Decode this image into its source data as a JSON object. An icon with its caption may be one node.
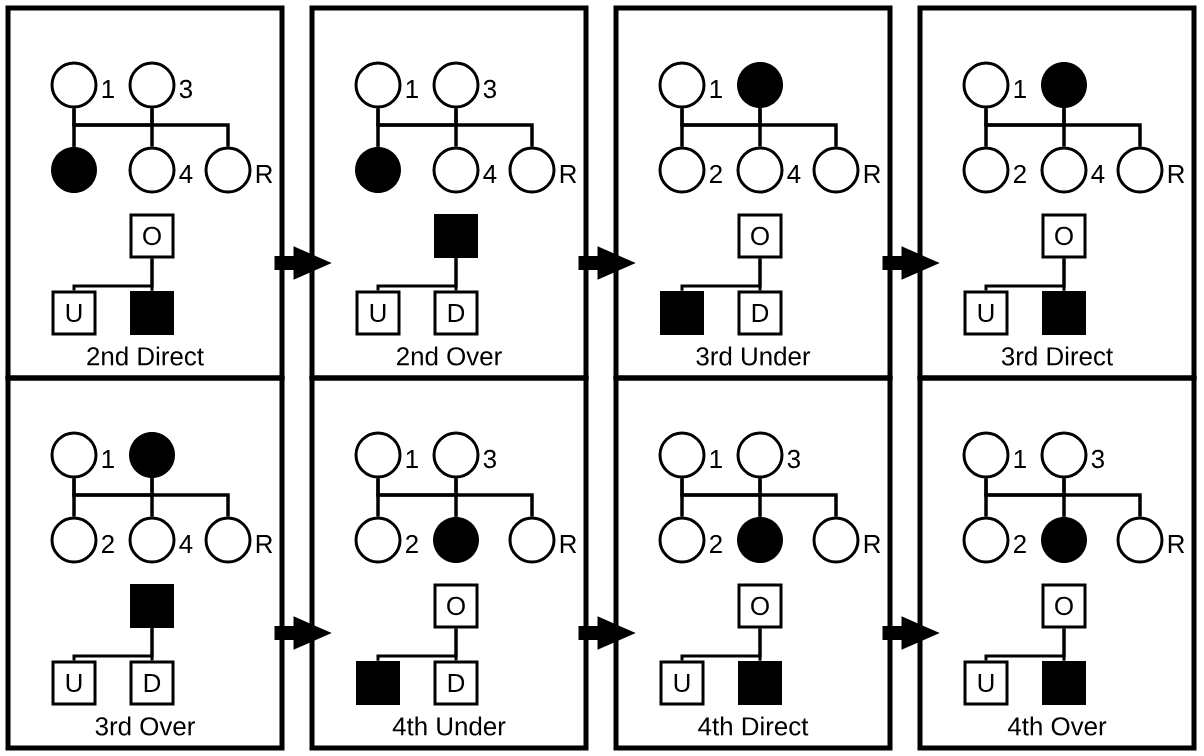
{
  "diagram": {
    "nodes": [
      {
        "text": [
          "2nd Direct"
        ]
      },
      {
        "text": [],
        "shape": "circle",
        "beside": [
          "1"
        ],
        "in": 0
      },
      {
        "text": [],
        "shape": "circle",
        "beside": [
          "3"
        ],
        "in": 0
      },
      {
        "text": [],
        "shape": "disc",
        "in": 0
      },
      {
        "text": [],
        "shape": "circle",
        "beside": [
          "4"
        ],
        "in": 0
      },
      {
        "text": [],
        "shape": "circle",
        "beside": [
          "R"
        ],
        "in": 0
      },
      {
        "text": [
          "O"
        ],
        "in": 0
      },
      {
        "text": [
          "U"
        ],
        "in": 0
      },
      {
        "text": [],
        "shape": "block",
        "in": 0
      },
      {
        "text": [
          "2nd Over"
        ]
      },
      {
        "text": [],
        "shape": "circle",
        "beside": [
          "1"
        ],
        "in": 9
      },
      {
        "text": [],
        "shape": "circle",
        "beside": [
          "3"
        ],
        "in": 9
      },
      {
        "text": [],
        "shape": "disc",
        "in": 9
      },
      {
        "text": [],
        "shape": "circle",
        "beside": [
          "4"
        ],
        "in": 9
      },
      {
        "text": [],
        "shape": "circle",
        "beside": [
          "R"
        ],
        "in": 9
      },
      {
        "text": [],
        "shape": "block",
        "in": 9
      },
      {
        "text": [
          "U"
        ],
        "in": 9
      },
      {
        "text": [
          "D"
        ],
        "in": 9
      },
      {
        "text": [
          "3rd Under"
        ]
      },
      {
        "text": [],
        "shape": "circle",
        "beside": [
          "1"
        ],
        "in": 18
      },
      {
        "text": [],
        "shape": "disc",
        "in": 18
      },
      {
        "text": [],
        "shape": "circle",
        "beside": [
          "2"
        ],
        "in": 18
      },
      {
        "text": [],
        "shape": "circle",
        "beside": [
          "4"
        ],
        "in": 18
      },
      {
        "text": [],
        "shape": "circle",
        "beside": [
          "R"
        ],
        "in": 18
      },
      {
        "text": [
          "O"
        ],
        "in": 18
      },
      {
        "text": [],
        "shape": "block",
        "in": 18
      },
      {
        "text": [
          "D"
        ],
        "in": 18
      },
      {
        "text": [
          "3rd Direct"
        ]
      },
      {
        "text": [],
        "shape": "circle",
        "beside": [
          "1"
        ],
        "in": 27
      },
      {
        "text": [],
        "shape": "disc",
        "in": 27
      },
      {
        "text": [],
        "shape": "circle",
        "beside": [
          "2"
        ],
        "in": 27
      },
      {
        "text": [],
        "shape": "circle",
        "beside": [
          "4"
        ],
        "in": 27
      },
      {
        "text": [],
        "shape": "circle",
        "beside": [
          "R"
        ],
        "in": 27
      },
      {
        "text": [
          "O"
        ],
        "in": 27
      },
      {
        "text": [
          "U"
        ],
        "in": 27
      },
      {
        "text": [],
        "shape": "block",
        "in": 27
      },
      {
        "text": [
          "3rd Over"
        ]
      },
      {
        "text": [],
        "shape": "circle",
        "beside": [
          "1"
        ],
        "in": 36
      },
      {
        "text": [],
        "shape": "disc",
        "in": 36
      },
      {
        "text": [],
        "shape": "circle",
        "beside": [
          "2"
        ],
        "in": 36
      },
      {
        "text": [],
        "shape": "circle",
        "beside": [
          "4"
        ],
        "in": 36
      },
      {
        "text": [],
        "shape": "circle",
        "beside": [
          "R"
        ],
        "in": 36
      },
      {
        "text": [],
        "shape": "block",
        "in": 36
      },
      {
        "text": [
          "U"
        ],
        "in": 36
      },
      {
        "text": [
          "D"
        ],
        "in": 36
      },
      {
        "text": [
          "4th Under"
        ]
      },
      {
        "text": [],
        "shape": "circle",
        "beside": [
          "1"
        ],
        "in": 45
      },
      {
        "text": [],
        "shape": "circle",
        "beside": [
          "3"
        ],
        "in": 45
      },
      {
        "text": [],
        "shape": "circle",
        "beside": [
          "2"
        ],
        "in": 45
      },
      {
        "text": [],
        "shape": "disc",
        "in": 45
      },
      {
        "text": [],
        "shape": "circle",
        "beside": [
          "R"
        ],
        "in": 45
      },
      {
        "text": [
          "O"
        ],
        "in": 45
      },
      {
        "text": [],
        "shape": "block",
        "in": 45
      },
      {
        "text": [
          "D"
        ],
        "in": 45
      },
      {
        "text": [
          "4th Direct"
        ]
      },
      {
        "text": [],
        "shape": "circle",
        "beside": [
          "1"
        ],
        "in": 54
      },
      {
        "text": [],
        "shape": "circle",
        "beside": [
          "3"
        ],
        "in": 54
      },
      {
        "text": [],
        "shape": "circle",
        "beside": [
          "2"
        ],
        "in": 54
      },
      {
        "text": [],
        "shape": "disc",
        "in": 54
      },
      {
        "text": [],
        "shape": "circle",
        "beside": [
          "R"
        ],
        "in": 54
      },
      {
        "text": [
          "O"
        ],
        "in": 54
      },
      {
        "text": [
          "U"
        ],
        "in": 54
      },
      {
        "text": [],
        "shape": "block",
        "in": 54
      },
      {
        "text": [
          "4th Over"
        ]
      },
      {
        "text": [],
        "shape": "circle",
        "beside": [
          "1"
        ],
        "in": 63
      },
      {
        "text": [],
        "shape": "circle",
        "beside": [
          "3"
        ],
        "in": 63
      },
      {
        "text": [],
        "shape": "circle",
        "beside": [
          "2"
        ],
        "in": 63
      },
      {
        "text": [],
        "shape": "disc",
        "in": 63
      },
      {
        "text": [],
        "shape": "circle",
        "beside": [
          "R"
        ],
        "in": 63
      },
      {
        "text": [
          "O"
        ],
        "in": 63
      },
      {
        "text": [
          "U"
        ],
        "in": 63
      },
      {
        "text": [],
        "shape": "block",
        "in": 63
      }
    ],
    "edges": [
      {
        "from": 1,
        "to": 3,
        "arrow": "none"
      },
      {
        "from": 1,
        "to": 4,
        "arrow": "none"
      },
      {
        "from": 1,
        "to": 5,
        "arrow": "none"
      },
      {
        "from": 2,
        "to": 3,
        "arrow": "none"
      },
      {
        "from": 2,
        "to": 4,
        "arrow": "none"
      },
      {
        "from": 2,
        "to": 5,
        "arrow": "none"
      },
      {
        "from": 6,
        "to": 7,
        "arrow": "none"
      },
      {
        "from": 6,
        "to": 8,
        "arrow": "none"
      },
      {
        "from": 10,
        "to": 12,
        "arrow": "none"
      },
      {
        "from": 10,
        "to": 13,
        "arrow": "none"
      },
      {
        "from": 10,
        "to": 14,
        "arrow": "none"
      },
      {
        "from": 11,
        "to": 12,
        "arrow": "none"
      },
      {
        "from": 11,
        "to": 13,
        "arrow": "none"
      },
      {
        "from": 11,
        "to": 14,
        "arrow": "none"
      },
      {
        "from": 15,
        "to": 16,
        "arrow": "none"
      },
      {
        "from": 15,
        "to": 17,
        "arrow": "none"
      },
      {
        "from": 19,
        "to": 21,
        "arrow": "none"
      },
      {
        "from": 19,
        "to": 22,
        "arrow": "none"
      },
      {
        "from": 19,
        "to": 23,
        "arrow": "none"
      },
      {
        "from": 20,
        "to": 21,
        "arrow": "none"
      },
      {
        "from": 20,
        "to": 22,
        "arrow": "none"
      },
      {
        "from": 20,
        "to": 23,
        "arrow": "none"
      },
      {
        "from": 24,
        "to": 25,
        "arrow": "none"
      },
      {
        "from": 24,
        "to": 26,
        "arrow": "none"
      },
      {
        "from": 28,
        "to": 30,
        "arrow": "none"
      },
      {
        "from": 28,
        "to": 31,
        "arrow": "none"
      },
      {
        "from": 28,
        "to": 32,
        "arrow": "none"
      },
      {
        "from": 29,
        "to": 30,
        "arrow": "none"
      },
      {
        "from": 29,
        "to": 31,
        "arrow": "none"
      },
      {
        "from": 29,
        "to": 32,
        "arrow": "none"
      },
      {
        "from": 33,
        "to": 34,
        "arrow": "none"
      },
      {
        "from": 33,
        "to": 35,
        "arrow": "none"
      },
      {
        "from": 37,
        "to": 39,
        "arrow": "none"
      },
      {
        "from": 37,
        "to": 40,
        "arrow": "none"
      },
      {
        "from": 37,
        "to": 41,
        "arrow": "none"
      },
      {
        "from": 38,
        "to": 39,
        "arrow": "none"
      },
      {
        "from": 38,
        "to": 40,
        "arrow": "none"
      },
      {
        "from": 38,
        "to": 41,
        "arrow": "none"
      },
      {
        "from": 42,
        "to": 43,
        "arrow": "none"
      },
      {
        "from": 42,
        "to": 44,
        "arrow": "none"
      },
      {
        "from": 46,
        "to": 48,
        "arrow": "none"
      },
      {
        "from": 46,
        "to": 49,
        "arrow": "none"
      },
      {
        "from": 46,
        "to": 50,
        "arrow": "none"
      },
      {
        "from": 47,
        "to": 48,
        "arrow": "none"
      },
      {
        "from": 47,
        "to": 49,
        "arrow": "none"
      },
      {
        "from": 47,
        "to": 50,
        "arrow": "none"
      },
      {
        "from": 51,
        "to": 52,
        "arrow": "none"
      },
      {
        "from": 51,
        "to": 53,
        "arrow": "none"
      },
      {
        "from": 55,
        "to": 57,
        "arrow": "none"
      },
      {
        "from": 55,
        "to": 58,
        "arrow": "none"
      },
      {
        "from": 55,
        "to": 59,
        "arrow": "none"
      },
      {
        "from": 56,
        "to": 57,
        "arrow": "none"
      },
      {
        "from": 56,
        "to": 58,
        "arrow": "none"
      },
      {
        "from": 56,
        "to": 59,
        "arrow": "none"
      },
      {
        "from": 60,
        "to": 61,
        "arrow": "none"
      },
      {
        "from": 60,
        "to": 62,
        "arrow": "none"
      },
      {
        "from": 64,
        "to": 66,
        "arrow": "none"
      },
      {
        "from": 64,
        "to": 67,
        "arrow": "none"
      },
      {
        "from": 64,
        "to": 68,
        "arrow": "none"
      },
      {
        "from": 65,
        "to": 66,
        "arrow": "none"
      },
      {
        "from": 65,
        "to": 67,
        "arrow": "none"
      },
      {
        "from": 65,
        "to": 68,
        "arrow": "none"
      },
      {
        "from": 69,
        "to": 70,
        "arrow": "none"
      },
      {
        "from": 69,
        "to": 71,
        "arrow": "none"
      },
      {
        "from": 0,
        "to": 9,
        "arrow": "to",
        "style": "thick"
      },
      {
        "from": 9,
        "to": 18,
        "arrow": "to",
        "style": "thick"
      },
      {
        "from": 18,
        "to": 27,
        "arrow": "to",
        "style": "thick"
      },
      {
        "from": 36,
        "to": 45,
        "arrow": "to",
        "style": "thick"
      },
      {
        "from": 45,
        "to": 54,
        "arrow": "to",
        "style": "thick"
      },
      {
        "from": 54,
        "to": 63,
        "arrow": "to",
        "style": "thick"
      }
    ]
  }
}
